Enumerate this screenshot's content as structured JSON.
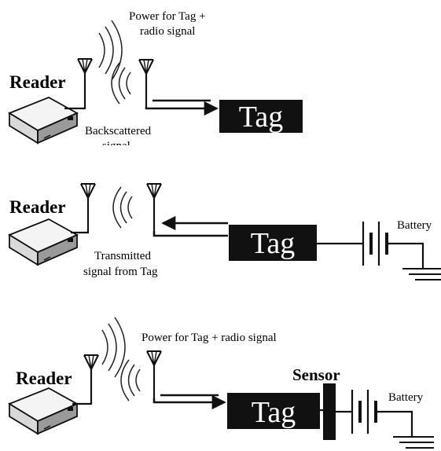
{
  "panels": [
    {
      "reader_label": "Reader",
      "tag_label": "Tag",
      "signal_label_lines": [
        "Power for Tag +",
        "radio signal"
      ],
      "response_label_lines": [
        "Backscattered",
        "signal"
      ]
    },
    {
      "reader_label": "Reader",
      "tag_label": "Tag",
      "response_label_lines": [
        "Transmitted",
        "signal from Tag"
      ],
      "battery_label": "Battery"
    },
    {
      "reader_label": "Reader",
      "tag_label": "Tag",
      "signal_label_lines": [
        "Power for Tag + radio signal"
      ],
      "sensor_label": "Sensor",
      "battery_label": "Battery"
    }
  ]
}
